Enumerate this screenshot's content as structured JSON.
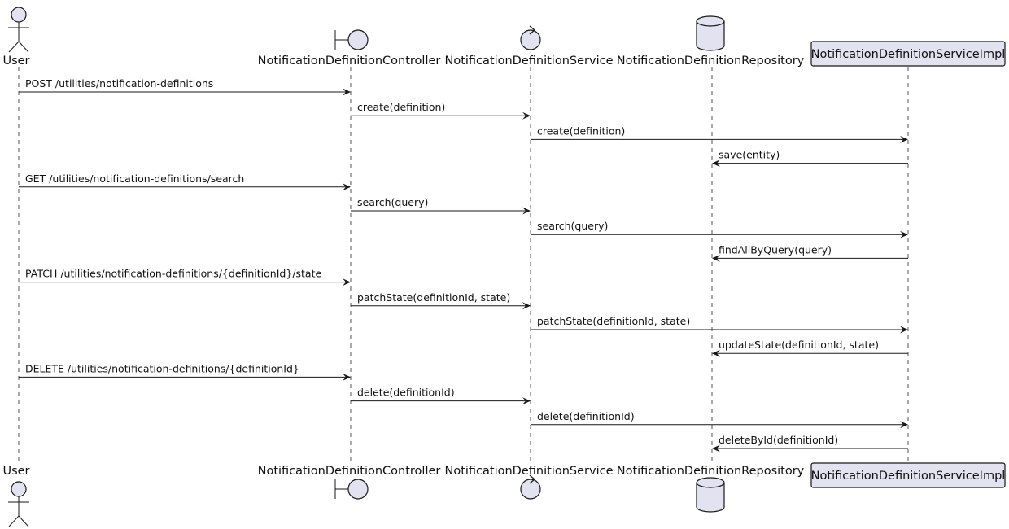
{
  "participants": [
    {
      "id": "user",
      "name": "User",
      "kind": "actor"
    },
    {
      "id": "controller",
      "name": "NotificationDefinitionController",
      "kind": "boundary"
    },
    {
      "id": "service",
      "name": "NotificationDefinitionService",
      "kind": "control"
    },
    {
      "id": "repository",
      "name": "NotificationDefinitionRepository",
      "kind": "database"
    },
    {
      "id": "impl",
      "name": "NotificationDefinitionServiceImpl",
      "kind": "participant"
    }
  ],
  "messages": [
    {
      "from": "user",
      "to": "controller",
      "label": "POST /utilities/notification-definitions"
    },
    {
      "from": "controller",
      "to": "service",
      "label": "create(definition)"
    },
    {
      "from": "service",
      "to": "impl",
      "label": "create(definition)"
    },
    {
      "from": "impl",
      "to": "repository",
      "label": "save(entity)"
    },
    {
      "from": "user",
      "to": "controller",
      "label": "GET /utilities/notification-definitions/search"
    },
    {
      "from": "controller",
      "to": "service",
      "label": "search(query)"
    },
    {
      "from": "service",
      "to": "impl",
      "label": "search(query)"
    },
    {
      "from": "impl",
      "to": "repository",
      "label": "findAllByQuery(query)"
    },
    {
      "from": "user",
      "to": "controller",
      "label": "PATCH /utilities/notification-definitions/{definitionId}/state"
    },
    {
      "from": "controller",
      "to": "service",
      "label": "patchState(definitionId, state)"
    },
    {
      "from": "service",
      "to": "impl",
      "label": "patchState(definitionId, state)"
    },
    {
      "from": "impl",
      "to": "repository",
      "label": "updateState(definitionId, state)"
    },
    {
      "from": "user",
      "to": "controller",
      "label": "DELETE /utilities/notification-definitions/{definitionId}"
    },
    {
      "from": "controller",
      "to": "service",
      "label": "delete(definitionId)"
    },
    {
      "from": "service",
      "to": "impl",
      "label": "delete(definitionId)"
    },
    {
      "from": "impl",
      "to": "repository",
      "label": "deleteById(definitionId)"
    }
  ]
}
